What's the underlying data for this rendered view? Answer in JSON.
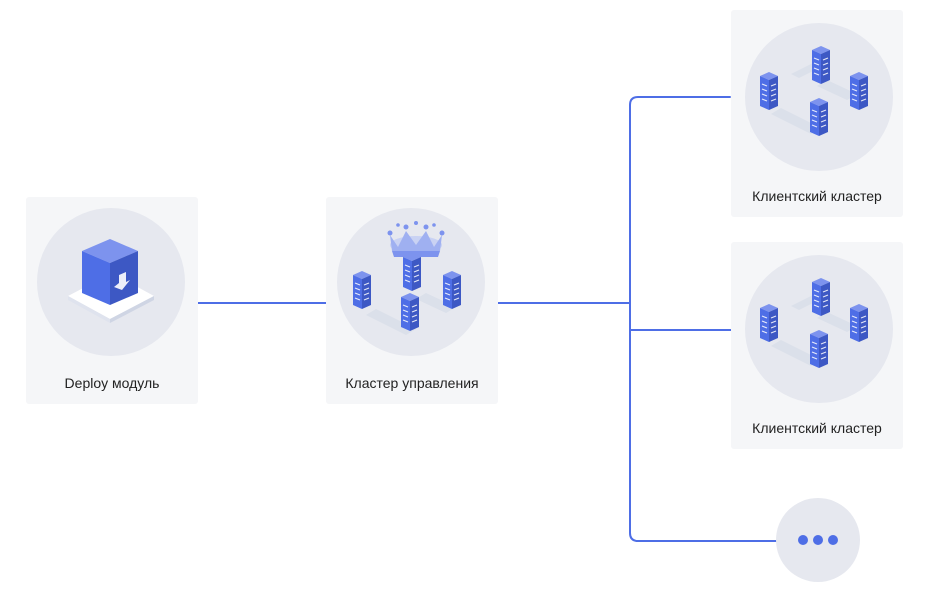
{
  "nodes": {
    "deploy": {
      "label": "Deploy модуль",
      "icon": "deploy-box-icon"
    },
    "management": {
      "label": "Кластер управления",
      "icon": "crowned-server-cluster-icon"
    },
    "clients": [
      {
        "label": "Клиентский кластер",
        "icon": "server-cluster-icon"
      },
      {
        "label": "Клиентский кластер",
        "icon": "server-cluster-icon"
      }
    ],
    "more": {
      "icon": "ellipsis-icon"
    }
  },
  "colors": {
    "line": "#4e6ee6",
    "server_blue": "#4e6ee6",
    "card_bg": "#f5f6f8",
    "circle_bg": "#e6e8ef"
  }
}
